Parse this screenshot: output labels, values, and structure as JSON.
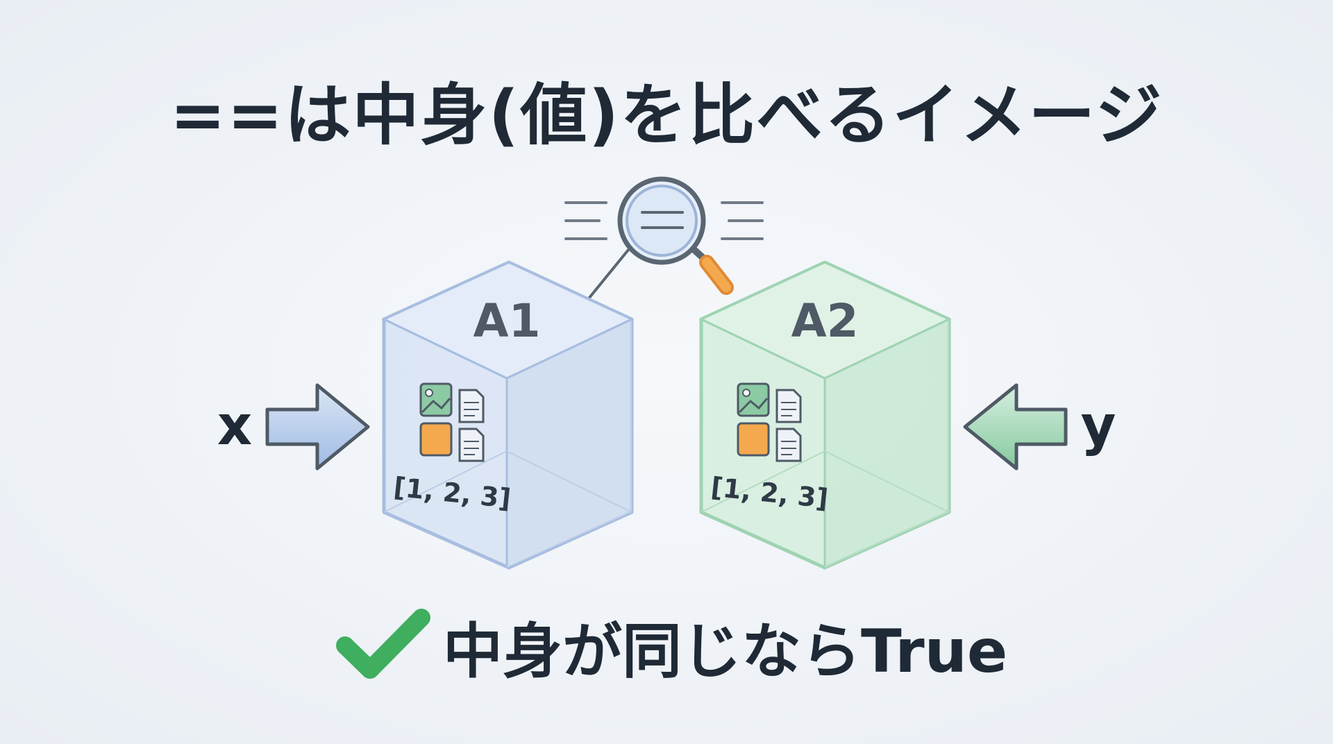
{
  "title": "==は中身(値)を比べるイメージ",
  "box_left": {
    "label": "A1",
    "contents": "[1, 2, 3]"
  },
  "box_right": {
    "label": "A2",
    "contents": "[1, 2, 3]"
  },
  "var_left": "x",
  "var_right": "y",
  "result": "中身が同じならTrue",
  "icons": {
    "magnifier": "magnifying-glass-icon",
    "check": "check-icon",
    "image": "image-icon",
    "document": "document-icon"
  },
  "colors": {
    "title": "#1f2a36",
    "box_left_fill": "#c9d8ef",
    "box_left_stroke": "#9db4d8",
    "box_right_fill": "#cbe9d6",
    "box_right_stroke": "#93cfa9",
    "arrow_left": "#a9c2e4",
    "arrow_right": "#8fcfa6",
    "check": "#3fae5e",
    "magnifier_handle": "#f2a04a",
    "orange_block": "#f5a94e"
  }
}
